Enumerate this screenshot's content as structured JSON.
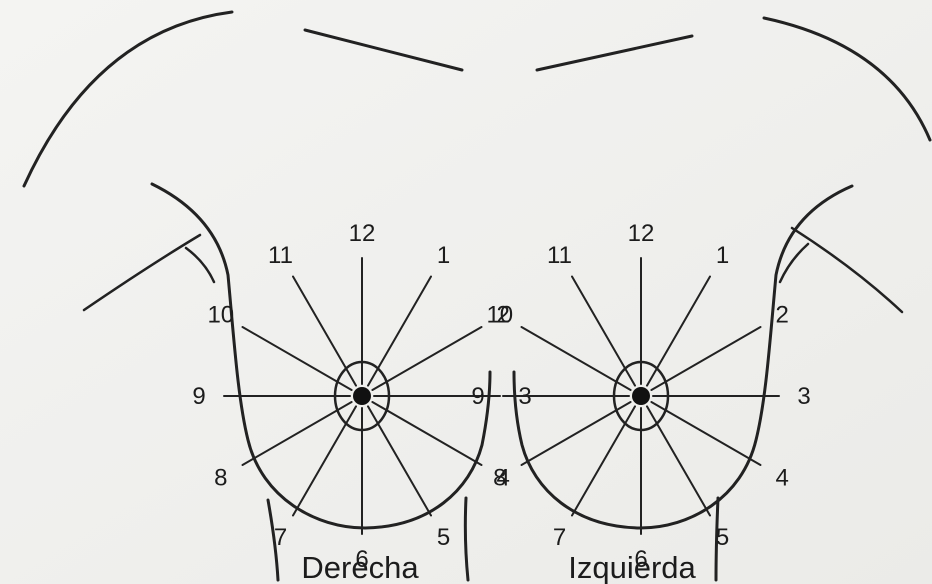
{
  "diagram": {
    "clock_positions": [
      "12",
      "1",
      "2",
      "3",
      "4",
      "5",
      "6",
      "7",
      "8",
      "9",
      "10",
      "11"
    ],
    "breasts": [
      {
        "id": "right",
        "label": "Derecha"
      },
      {
        "id": "left",
        "label": "Izquierda"
      }
    ]
  }
}
